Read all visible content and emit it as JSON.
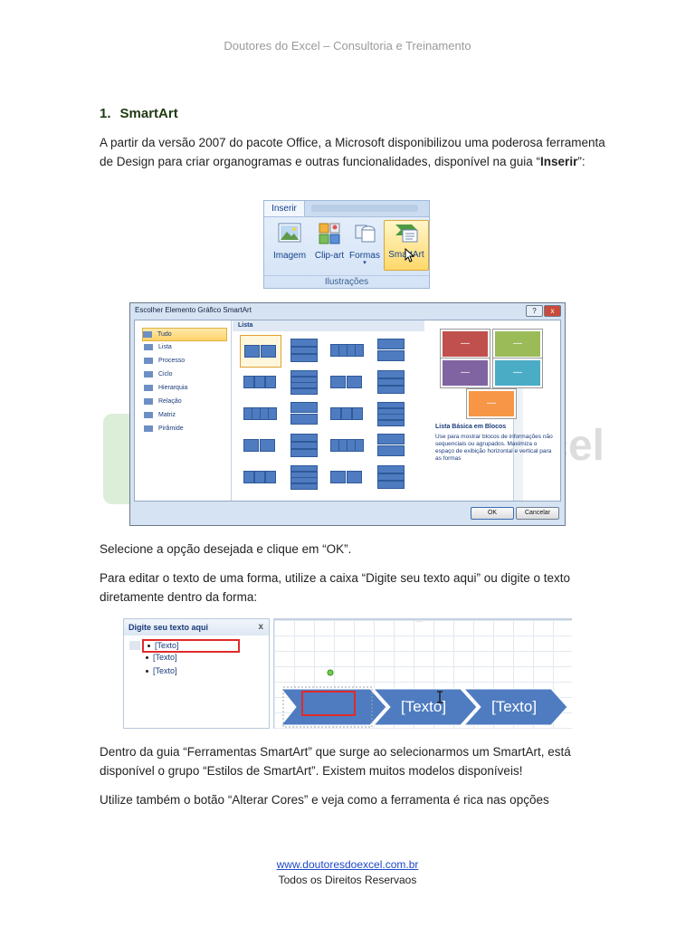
{
  "header": "Doutores do Excel – Consultoria e Treinamento",
  "section": {
    "number": "1.",
    "title": "SmartArt"
  },
  "intro": {
    "text": "A partir da versão 2007 do pacote Office, a Microsoft disponibilizou uma poderosa ferramenta de Design para criar organogramas e outras funcionalidades, disponível na guia “",
    "bold": "Inserir",
    "end": "”:"
  },
  "ribbon": {
    "tab": "Inserir",
    "buttons": [
      "Imagem",
      "Clip-art",
      "Formas",
      "SmartArt"
    ],
    "group": "Ilustrações"
  },
  "dialog": {
    "title": "Escolher Elemento Gráfico SmartArt",
    "help": "?",
    "close": "x",
    "categories": [
      "Tudo",
      "Lista",
      "Processo",
      "Ciclo",
      "Hierarquia",
      "Relação",
      "Matriz",
      "Pirâmide"
    ],
    "gallery_header": "Lista",
    "preview_title": "Lista Básica em Blocos",
    "preview_desc": "Use para mostrar blocos de informações não sequenciais ou agrupados. Maximiza o espaço de exibição horizontal e vertical para as formas",
    "ok": "OK",
    "cancel": "Cancelar",
    "preview_colors": [
      "#c0504d",
      "#9bbb59",
      "#8064a2",
      "#4bacc6",
      "#f79646"
    ]
  },
  "watermark": "Excel",
  "para_select": "Selecione a opção desejada e clique em “OK”.",
  "para_edit": "Para editar o texto de uma forma, utilize a caixa “Digite seu texto aqui” ou digite o texto diretamente dentro da forma:",
  "text_pane": {
    "title": "Digite seu texto aqui",
    "close": "x",
    "items": [
      "[Texto]",
      "[Texto]",
      "[Texto]"
    ]
  },
  "canvas": {
    "handle": "····",
    "shape_texts": [
      "[Texto]",
      "[Texto]"
    ],
    "accent": "#4f7cc0"
  },
  "para_tools": "Dentro da guia “Ferramentas SmartArt” que surge ao selecionarmos um SmartArt, está disponível o grupo “Estilos de SmartArt”. Existem muitos modelos disponíveis!",
  "para_colors": "Utilize também o botão “Alterar Cores” e veja como a ferramenta é rica nas opções",
  "footer": {
    "link": "www.doutoresdoexcel.com.br",
    "rights": "Todos os Direitos Reservaos"
  }
}
